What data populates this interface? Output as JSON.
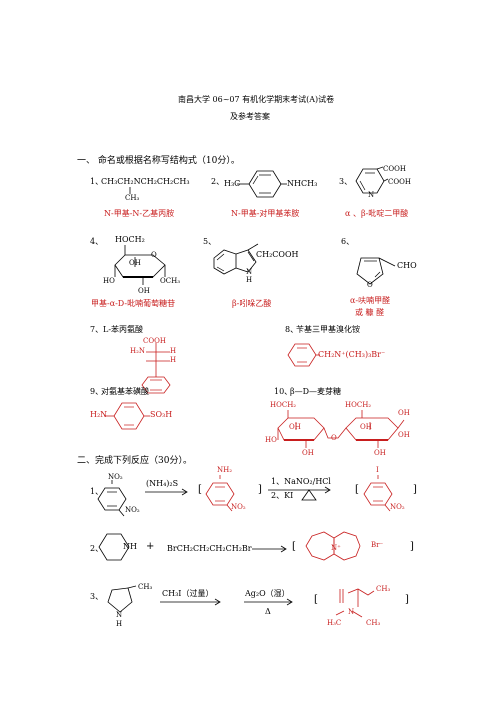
{
  "header": {
    "title": "南昌大学 06~07 有机化学期末考试(A)试卷",
    "subtitle": "及参考答案"
  },
  "section1": {
    "heading": "一、 命名或根据名称写结构式（10分）。",
    "q1": {
      "num": "1、",
      "formula_main": "CH₃CH₂NCH₂CH₂CH₃",
      "formula_sub": "CH₃",
      "answer": "N-甲基-N-乙基丙胺"
    },
    "q2": {
      "num": "2、",
      "left": "H₃C",
      "right": "NHCH₃",
      "answer": "N-甲基-对甲基苯胺"
    },
    "q3": {
      "num": "3、",
      "group1": "COOH",
      "group2": "COOH",
      "ring_atom": "N",
      "answer": "α 、β-吡啶二甲酸"
    },
    "q4": {
      "num": "4、",
      "g_top": "HOCH₂",
      "g_oh1": "OH",
      "g_ho": "HO",
      "g_oh2": "OH",
      "g_och3": "OCH₃",
      "g_o": "O",
      "answer": "甲基-α-D-吡喃葡萄糖苷"
    },
    "q5": {
      "num": "5、",
      "group": "CH₂COOH",
      "nh": "N",
      "h": "H",
      "answer": "β-吲哚乙酸"
    },
    "q6": {
      "num": "6、",
      "group": "CHO",
      "ring_atom": "O",
      "answer_line1": "α-呋喃甲醛",
      "answer_line2": "或 糠 醛"
    },
    "q7": {
      "num": "7、",
      "name": "L-苯丙氨酸",
      "cooh": "COOH",
      "h2n": "H₂N",
      "h1": "H",
      "h2": "H"
    },
    "q8": {
      "num": "8、",
      "name": "苄基三甲基溴化铵",
      "answer": "CH₂N⁺(CH₃)₃Br⁻"
    },
    "q9": {
      "num": "9、",
      "name": "对氨基苯磺酸",
      "left": "H₂N",
      "right": "SO₃H"
    },
    "q10": {
      "num": "10、",
      "name": "β—D—麦芽糖",
      "hoch2_a": "HOCH₂",
      "hoch2_b": "HOCH₂",
      "oh_a": "OH",
      "ho_a": "HO",
      "oh_b": "OH",
      "oh_c": "OH",
      "oh_d": "OH",
      "oh_e": "OH",
      "bridge_o": "O"
    }
  },
  "section2": {
    "heading": "二、完成下列反应（30分）。",
    "r1": {
      "num": "1、",
      "no2_top": "NO₂",
      "no2_bottom": "NO₂",
      "reagent": "(NH₄)₂S",
      "product_top": "NH₂",
      "product_bottom": "NO₂",
      "step1": "1、NaNO₂/HCl",
      "step2": "2、KI",
      "final_top": "I",
      "final_bottom": "NO₂",
      "lb": "[",
      "rb": "]"
    },
    "r2": {
      "num": "2、",
      "nh": "NH",
      "plus": "+",
      "reagent": "BrCH₂CH₂CH₂CH₂Br",
      "n_plus": "N⁺",
      "br": "Br⁻",
      "lb": "[",
      "rb": "]"
    },
    "r3": {
      "num": "3、",
      "ch3": "CH₃",
      "n": "N",
      "h": "H",
      "reagent1": "CH₃I（过量）",
      "reagent2": "Ag₂O（湿）",
      "heat": "Δ",
      "p_ch3": "CH₃",
      "p_n": "N",
      "p_h3c": "H₃C",
      "p_ch3b": "CH₃",
      "lb": "[",
      "rb": "]"
    }
  }
}
